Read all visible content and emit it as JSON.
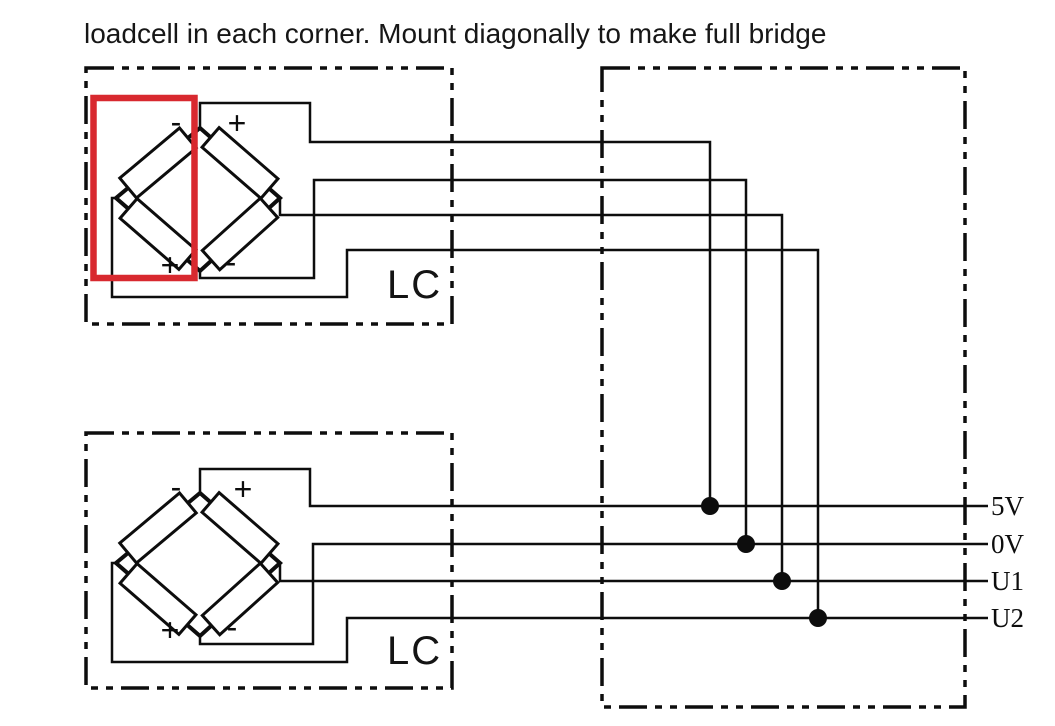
{
  "title": "loadcell in each corner. Mount diagonally to make full bridge",
  "colors": {
    "line": "#0d0d0d",
    "highlight": "#d8292f",
    "background": "#ffffff"
  },
  "loadcells": [
    {
      "label": "LC",
      "highlighted": true,
      "polarities": {
        "top_left": "-",
        "top_right": "+",
        "bottom_left": "+",
        "bottom_right": "-"
      }
    },
    {
      "label": "LC",
      "highlighted": false,
      "polarities": {
        "top_left": "-",
        "top_right": "+",
        "bottom_left": "+",
        "bottom_right": "-"
      }
    }
  ],
  "terminals": [
    {
      "label": "5V"
    },
    {
      "label": "0V"
    },
    {
      "label": "U1"
    },
    {
      "label": "U2"
    }
  ]
}
